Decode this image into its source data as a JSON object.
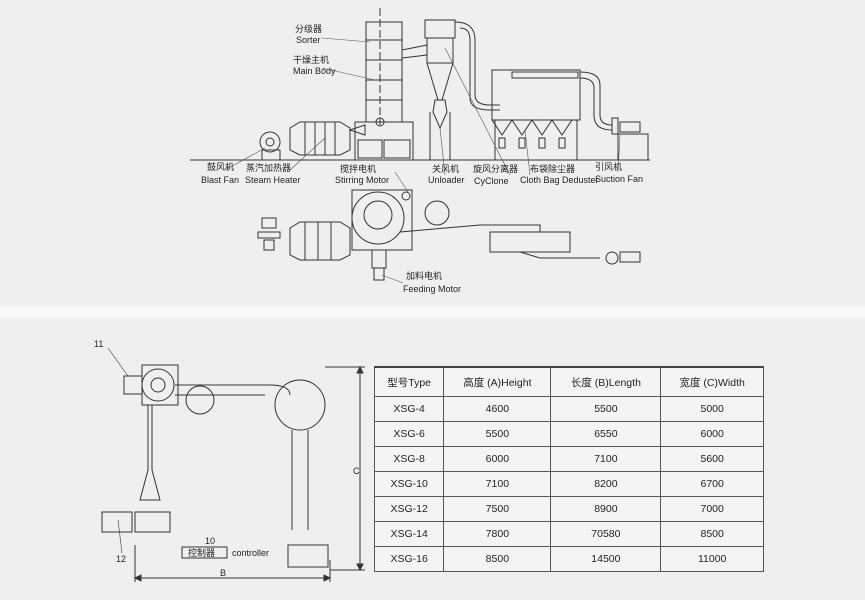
{
  "top_labels": {
    "sorter_cn": "分级器",
    "sorter_en": "Sorter",
    "main_body_cn": "干燥主机",
    "main_body_en": "Main Body",
    "blast_fan_cn": "鼓风机",
    "blast_fan_en": "Blast Fan",
    "steam_heater_cn": "蒸汽加热器",
    "steam_heater_en": "Steam Heater",
    "stirring_motor_cn": "搅拌电机",
    "stirring_motor_en": "Stirring Motor",
    "unloader_cn": "关风机",
    "unloader_en": "Unloader",
    "cyclone_cn": "旋风分离器",
    "cyclone_en": "CyClone",
    "deduster_cn": "布袋除尘器",
    "deduster_en": "Cloth Bag Deduster",
    "suction_fan_cn": "引风机",
    "suction_fan_en": "Suction Fan",
    "feeding_motor_cn": "加料电机",
    "feeding_motor_en": "Feeding Motor"
  },
  "bottom_labels": {
    "n11": "11",
    "n12": "12",
    "n10": "10",
    "controller_cn": "控制器",
    "controller_en": "controller",
    "dim_b": "B",
    "dim_c": "C"
  },
  "table": {
    "headers": [
      "型号Type",
      "高度 (A)Height",
      "长度 (B)Length",
      "宽度 (C)Width"
    ],
    "rows": [
      [
        "XSG-4",
        "4600",
        "5500",
        "5000"
      ],
      [
        "XSG-6",
        "5500",
        "6550",
        "6000"
      ],
      [
        "XSG-8",
        "6000",
        "7100",
        "5600"
      ],
      [
        "XSG-10",
        "7100",
        "8200",
        "6700"
      ],
      [
        "XSG-12",
        "7500",
        "8900",
        "7000"
      ],
      [
        "XSG-14",
        "7800",
        "70580",
        "8500"
      ],
      [
        "XSG-16",
        "8500",
        "14500",
        "11000"
      ]
    ]
  }
}
